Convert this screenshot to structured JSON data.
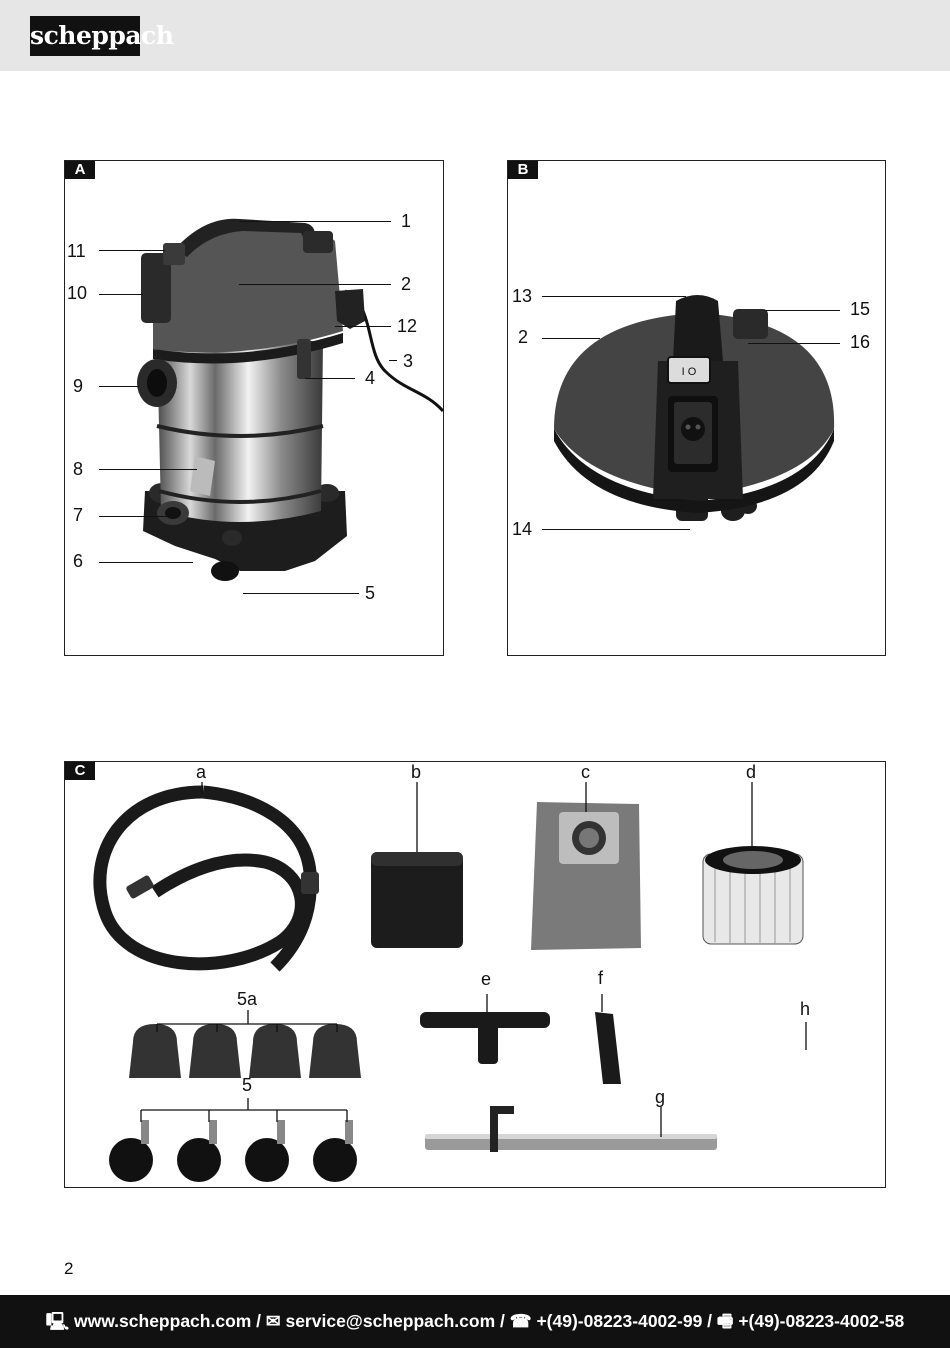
{
  "header": {
    "brand": "scheppach"
  },
  "panels": {
    "A": {
      "tag": "A",
      "callouts": [
        "1",
        "2",
        "3",
        "4",
        "5",
        "6",
        "7",
        "8",
        "9",
        "10",
        "11",
        "12"
      ]
    },
    "B": {
      "tag": "B",
      "callouts": [
        "13",
        "2",
        "14",
        "15",
        "16"
      ],
      "switch_text": "I O"
    },
    "C": {
      "tag": "C",
      "callouts": [
        "a",
        "b",
        "c",
        "d",
        "e",
        "f",
        "g",
        "h",
        "5a",
        "5"
      ]
    }
  },
  "page_number": "2",
  "footer": {
    "website": "www.scheppach.com /",
    "email": "service@scheppach.com /",
    "phone": "+(49)-08223-4002-99 /",
    "fax": "+(49)-08223-4002-58"
  },
  "icons": [
    "computer-icon",
    "mail-icon",
    "phone-icon",
    "fax-icon"
  ]
}
